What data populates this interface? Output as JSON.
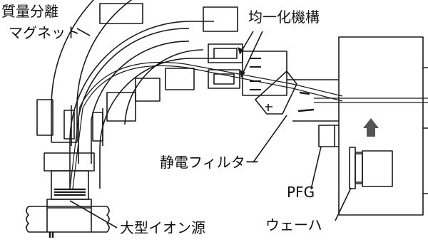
{
  "labels": {
    "magnet_line1": "質量分離",
    "magnet_line2": "マグネット",
    "homogenizer": "均一化機構",
    "filter": "静電フィルター",
    "pfg": "PFG",
    "wafer": "ウェーハ",
    "source": "大型イオン源"
  },
  "colors": {
    "line": "#1a1a1a",
    "arrow": "#555555",
    "background": "#ffffff"
  }
}
